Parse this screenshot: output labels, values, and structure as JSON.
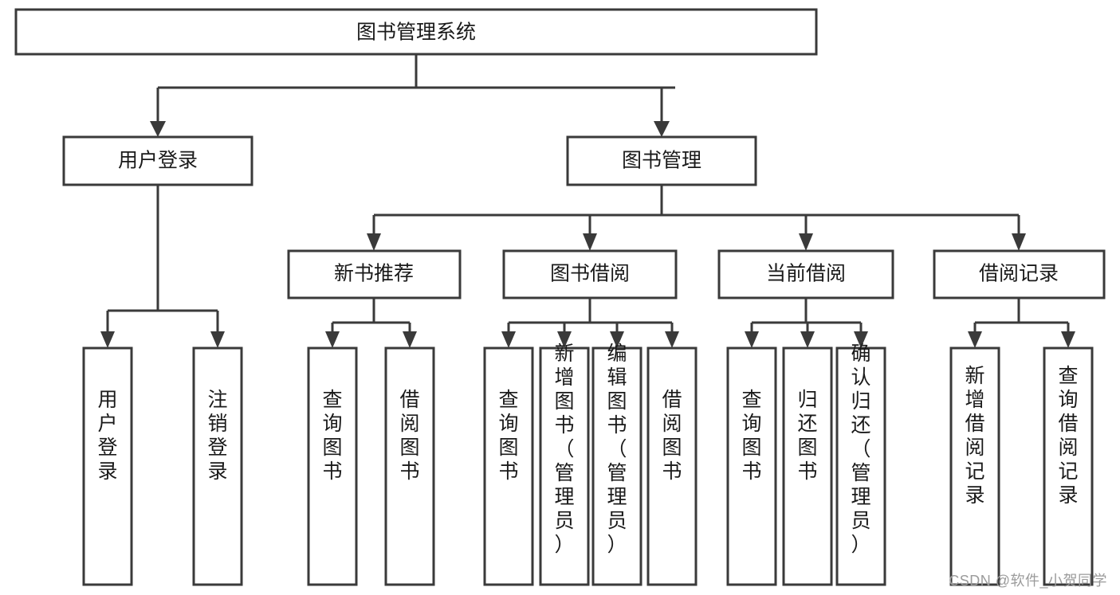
{
  "diagram": {
    "type": "tree-hierarchy",
    "title": "图书管理系统",
    "watermark": "CSDN @软件_小贺同学",
    "colors": {
      "stroke": "#3a3a3a",
      "fill": "#ffffff",
      "text": "#1a1a1a",
      "watermark": "#9b9b9b",
      "background": "#ffffff"
    },
    "root": {
      "label": "图书管理系统",
      "orientation": "horizontal"
    },
    "level2": [
      {
        "label": "用户登录",
        "orientation": "horizontal"
      },
      {
        "label": "图书管理",
        "orientation": "horizontal"
      }
    ],
    "level3": [
      {
        "label": "新书推荐",
        "orientation": "horizontal",
        "parent": "图书管理"
      },
      {
        "label": "图书借阅",
        "orientation": "horizontal",
        "parent": "图书管理"
      },
      {
        "label": "当前借阅",
        "orientation": "horizontal",
        "parent": "图书管理"
      },
      {
        "label": "借阅记录",
        "orientation": "horizontal",
        "parent": "图书管理"
      }
    ],
    "leaves": {
      "user_login": [
        {
          "label": "用户登录",
          "orientation": "vertical"
        },
        {
          "label": "注销登录",
          "orientation": "vertical"
        }
      ],
      "new_book_recommend": [
        {
          "label": "查询图书",
          "orientation": "vertical"
        },
        {
          "label": "借阅图书",
          "orientation": "vertical"
        }
      ],
      "book_borrow": [
        {
          "label": "查询图书",
          "orientation": "vertical"
        },
        {
          "label": "新增图书（管理员）",
          "orientation": "vertical"
        },
        {
          "label": "编辑图书（管理员）",
          "orientation": "vertical"
        },
        {
          "label": "借阅图书",
          "orientation": "vertical"
        }
      ],
      "current_borrow": [
        {
          "label": "查询图书",
          "orientation": "vertical"
        },
        {
          "label": "归还图书",
          "orientation": "vertical"
        },
        {
          "label": "确认归还（管理员）",
          "orientation": "vertical"
        }
      ],
      "borrow_record": [
        {
          "label": "新增借阅记录",
          "orientation": "vertical"
        },
        {
          "label": "查询借阅记录",
          "orientation": "vertical"
        }
      ]
    }
  }
}
